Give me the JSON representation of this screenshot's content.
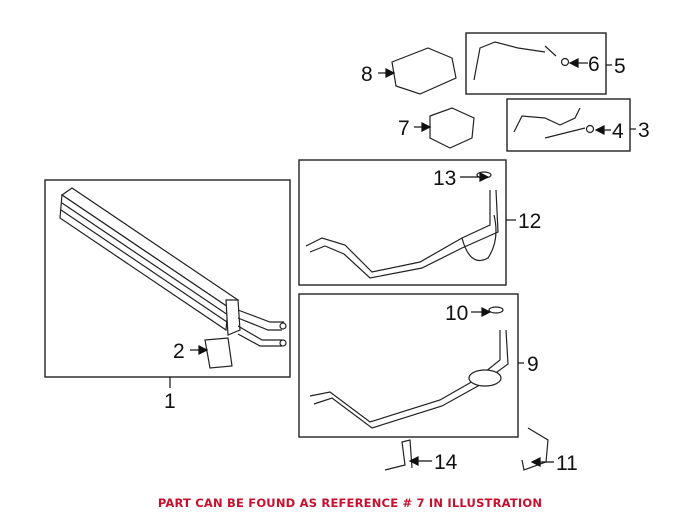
{
  "diagram": {
    "callouts": [
      "1",
      "2",
      "3",
      "4",
      "5",
      "6",
      "7",
      "8",
      "9",
      "10",
      "11",
      "12",
      "13",
      "14"
    ]
  },
  "footer": {
    "note": "PART CAN BE FOUND AS REFERENCE # 7 IN ILLUSTRATION",
    "color": "#c8102e"
  }
}
